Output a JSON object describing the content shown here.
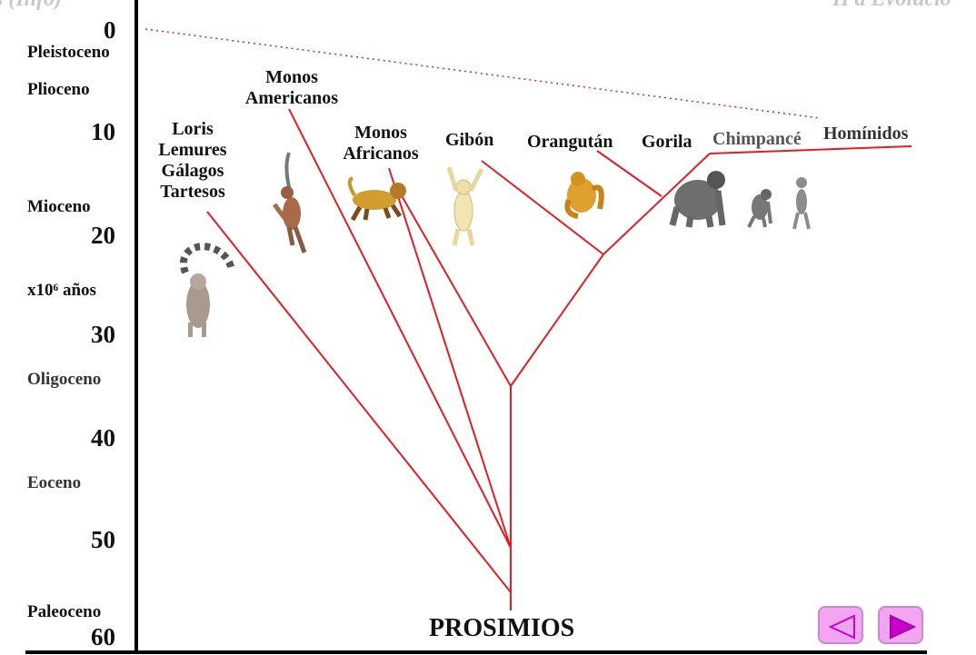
{
  "header": {
    "left_partial": "s (Info)",
    "right_partial": "II a Evolució"
  },
  "timescale": {
    "ticks": [
      "0",
      "10",
      "20",
      "30",
      "40",
      "50",
      "60"
    ],
    "unit": "x10⁶ años",
    "epochs": [
      "Pleistoceno",
      "Plioceno",
      "Mioceno",
      "Oligoceno",
      "Eoceno",
      "Paleoceno"
    ]
  },
  "groups": {
    "prosimians": [
      "Loris",
      "Lemures",
      "Gálagos",
      "Tartesos"
    ],
    "new_world": [
      "Monos",
      "Americanos"
    ],
    "old_world": [
      "Monos",
      "Africanos"
    ],
    "gibbon": "Gibón",
    "orangutan": "Orangután",
    "gorilla": "Gorila",
    "chimp": "Chimpancé",
    "hominids": "Homínidos",
    "root": "PROSIMIOS"
  },
  "colors": {
    "branch": "#e51c23",
    "axis": "#000000",
    "nav_fill": "#f2a6f2",
    "nav_arrow": "#cc00cc"
  },
  "icons": [
    "lemur-icon",
    "spider-monkey-icon",
    "macaque-icon",
    "gibbon-icon",
    "orangutan-icon",
    "gorilla-icon",
    "chimpanzee-icon",
    "hominid-icon"
  ]
}
